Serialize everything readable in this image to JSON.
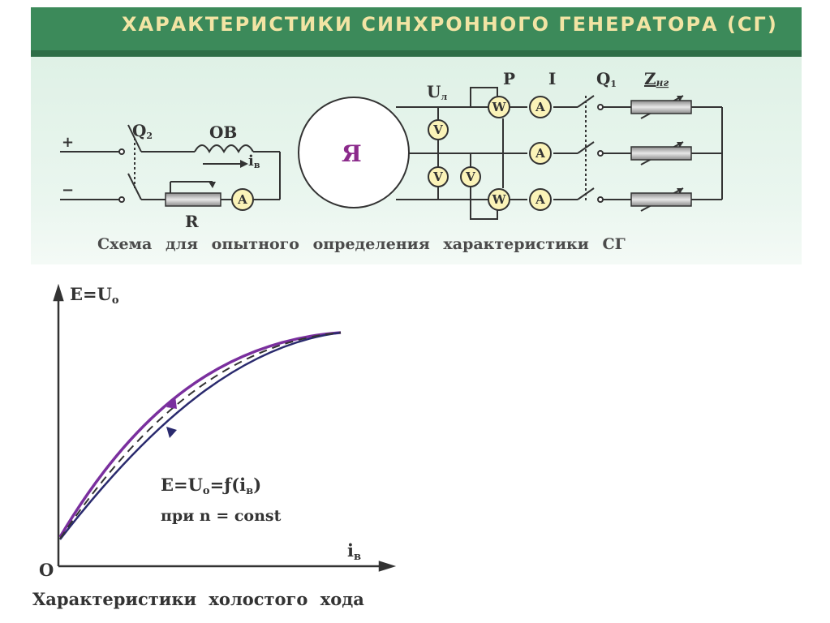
{
  "slide": {
    "title": "ХАРАКТЕРИСТИКИ СИНХРОННОГО ГЕНЕРАТОРА (СГ)",
    "colors": {
      "banner": "#3c8a5a",
      "title_text": "#f2e4a4",
      "panel": "#e3f3e9",
      "curve_up": "#7a2f9e",
      "curve_down": "#2a2a6e",
      "meter_fill": "#fbf3b8"
    }
  },
  "circuit": {
    "caption": "Схема для опытного определения характеристики СГ",
    "plus": "+",
    "minus": "−",
    "switch_q2": {
      "base": "Q",
      "sub": "2"
    },
    "switch_q1": {
      "base": "Q",
      "sub": "1"
    },
    "winding": "ОВ",
    "current_arrow": {
      "base": "i",
      "sub": "в"
    },
    "rheostat": "R",
    "generator": "Я",
    "line_voltage": {
      "base": "U",
      "sub": "л"
    },
    "power": "P",
    "current": "I",
    "load": {
      "base": "Z",
      "sub": "нг"
    },
    "ammeter": "A",
    "voltmeter": "V",
    "wattmeter": "W"
  },
  "graph": {
    "caption": "Характеристики холостого хода",
    "y_label": {
      "base": "E=U",
      "sub": "o"
    },
    "x_label": {
      "base": "i",
      "sub": "в"
    },
    "origin": "O",
    "formula_line1": {
      "a": "E=U",
      "b": "o",
      "c": "=ƒ(i",
      "d": "в",
      "e": ")"
    },
    "formula_line2": "при n = const"
  }
}
